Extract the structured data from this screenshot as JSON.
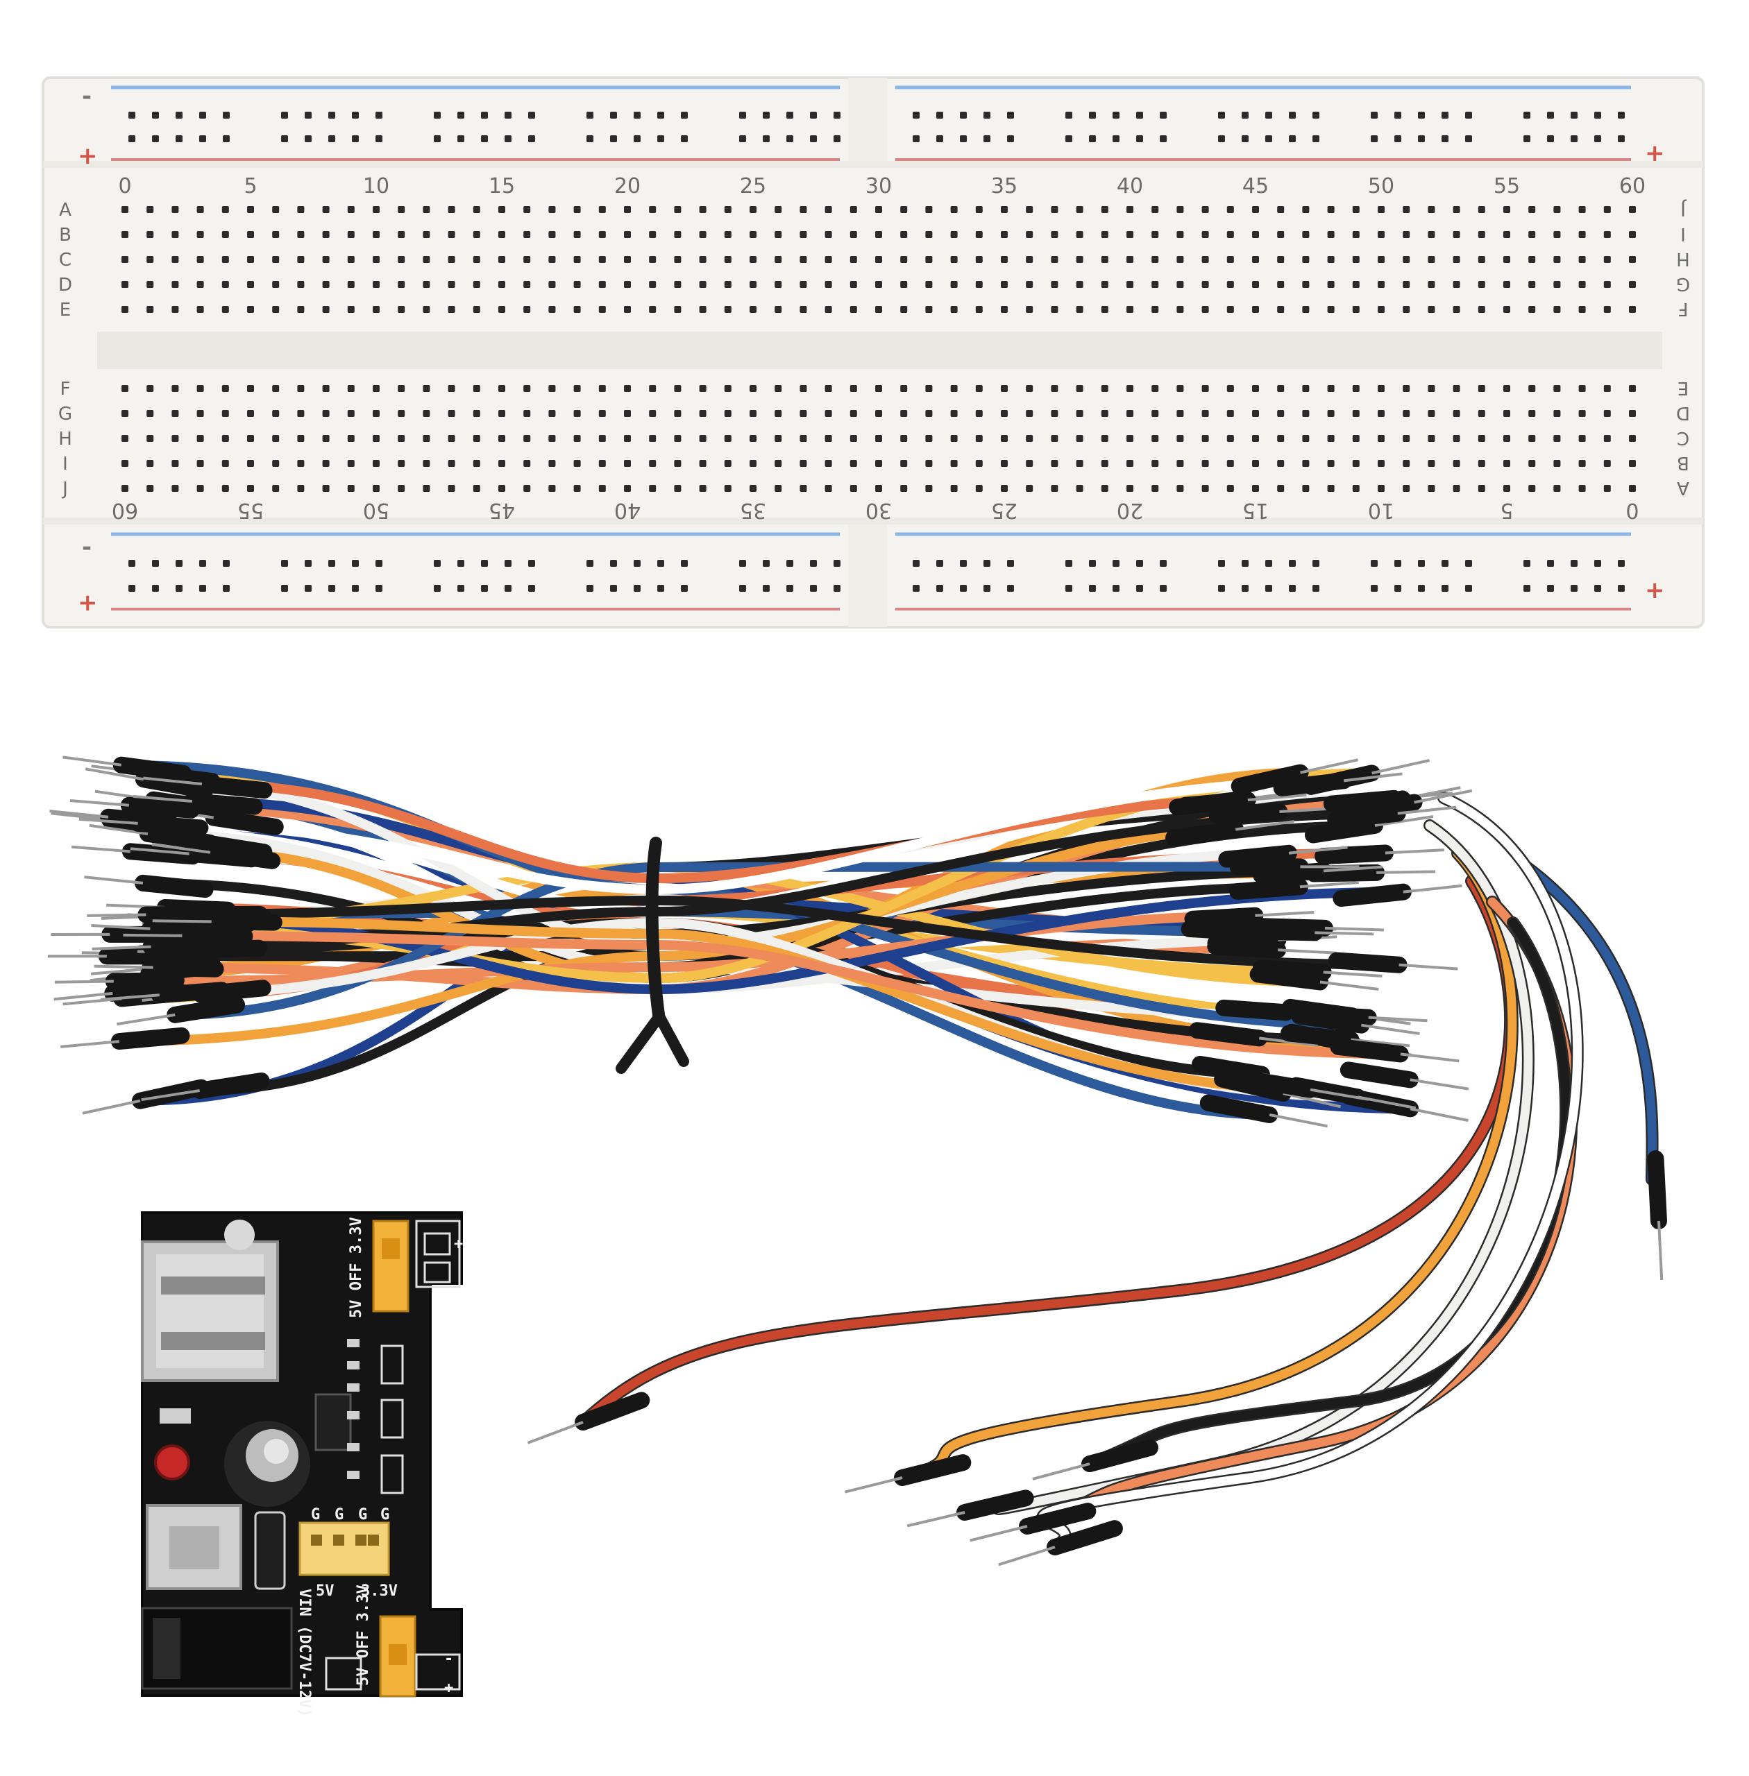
{
  "breadboard": {
    "top_numbers": [
      "0",
      "5",
      "10",
      "15",
      "20",
      "25",
      "30",
      "35",
      "40",
      "45",
      "50",
      "55",
      "60"
    ],
    "bottom_numbers": [
      "60",
      "55",
      "50",
      "45",
      "40",
      "35",
      "30",
      "25",
      "20",
      "15",
      "10",
      "5",
      "0"
    ],
    "rows_upper_left": [
      "A",
      "B",
      "C",
      "D",
      "E"
    ],
    "rows_lower_left": [
      "F",
      "G",
      "H",
      "I",
      "J"
    ],
    "rows_upper_right": [
      "J",
      "I",
      "H",
      "G",
      "F"
    ],
    "rows_lower_right": [
      "E",
      "D",
      "C",
      "B",
      "A"
    ],
    "rail_plus": "+",
    "rail_minus": "-"
  },
  "power_module": {
    "label_5v_off_33v": "5V OFF 3.3V",
    "label_vin": "VIN (DC7V-12V)",
    "label_33v": "3.3V",
    "label_5v": "5V",
    "label_g": "G",
    "pin_plus": "+",
    "pin_minus": "-"
  },
  "colors": {
    "board": "#f4f3ef",
    "hole": "#2b2b2b",
    "rail_blue": "#8cb6e8",
    "rail_red": "#d88585",
    "pcb": "#141414",
    "jumper_yellow": "#f2b23a",
    "wire_black": "#1c1c1c"
  }
}
